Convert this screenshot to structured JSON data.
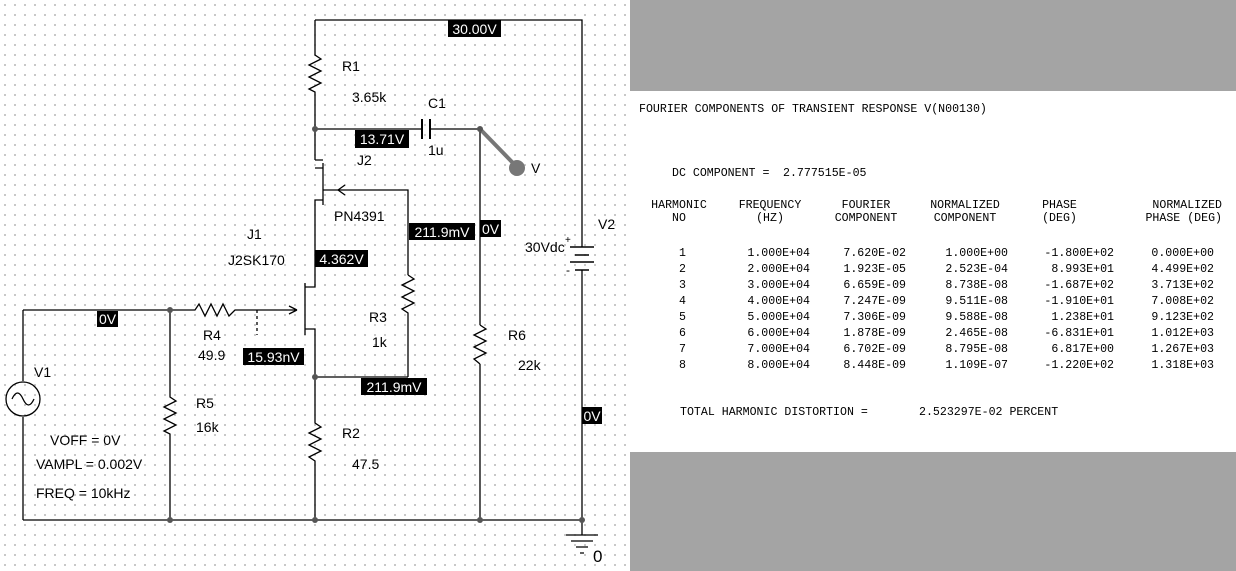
{
  "schematic": {
    "components": [
      {
        "id": "R1",
        "value": "3.65k"
      },
      {
        "id": "C1",
        "value": "1u"
      },
      {
        "id": "J2",
        "value": "PN4391"
      },
      {
        "id": "J1",
        "value": "J2SK170"
      },
      {
        "id": "R3",
        "value": "1k"
      },
      {
        "id": "R4",
        "value": "49.9"
      },
      {
        "id": "R5",
        "value": "16k"
      },
      {
        "id": "R2",
        "value": "47.5"
      },
      {
        "id": "R6",
        "value": "22k"
      },
      {
        "id": "V2",
        "value": "30Vdc"
      },
      {
        "id": "V1",
        "params": [
          "VOFF = 0V",
          "VAMPL = 0.002V",
          "FREQ = 10kHz"
        ]
      }
    ],
    "probe_label": "V",
    "ground_label": "0",
    "plus_sign": "+",
    "minus_sign": "-",
    "voltage_labels": [
      "30.00V",
      "13.71V",
      "211.9mV",
      "0V",
      "4.362V",
      "0V",
      "15.93nV",
      "211.9mV",
      "0V"
    ]
  },
  "fourier": {
    "title": "FOURIER COMPONENTS OF TRANSIENT RESPONSE V(N00130)",
    "dc_label": "DC COMPONENT =",
    "dc_value": "2.777515E-05",
    "headers": [
      [
        "HARMONIC",
        "NO"
      ],
      [
        "FREQUENCY",
        "(HZ)"
      ],
      [
        "FOURIER",
        "COMPONENT"
      ],
      [
        "NORMALIZED",
        "COMPONENT"
      ],
      [
        "PHASE",
        "(DEG)"
      ],
      [
        "NORMALIZED",
        "PHASE (DEG)"
      ]
    ],
    "rows": [
      [
        "1",
        "1.000E+04",
        "7.620E-02",
        "1.000E+00",
        "-1.800E+02",
        "0.000E+00"
      ],
      [
        "2",
        "2.000E+04",
        "1.923E-05",
        "2.523E-04",
        "8.993E+01",
        "4.499E+02"
      ],
      [
        "3",
        "3.000E+04",
        "6.659E-09",
        "8.738E-08",
        "-1.687E+02",
        "3.713E+02"
      ],
      [
        "4",
        "4.000E+04",
        "7.247E-09",
        "9.511E-08",
        "-1.910E+01",
        "7.008E+02"
      ],
      [
        "5",
        "5.000E+04",
        "7.306E-09",
        "9.588E-08",
        "1.238E+01",
        "9.123E+02"
      ],
      [
        "6",
        "6.000E+04",
        "1.878E-09",
        "2.465E-08",
        "-6.831E+01",
        "1.012E+03"
      ],
      [
        "7",
        "7.000E+04",
        "6.702E-09",
        "8.795E-08",
        "6.817E+00",
        "1.267E+03"
      ],
      [
        "8",
        "8.000E+04",
        "8.448E-09",
        "1.109E-07",
        "-1.220E+02",
        "1.318E+03"
      ]
    ],
    "thd_label": "TOTAL HARMONIC DISTORTION =",
    "thd_value": "2.523297E-02 PERCENT"
  }
}
